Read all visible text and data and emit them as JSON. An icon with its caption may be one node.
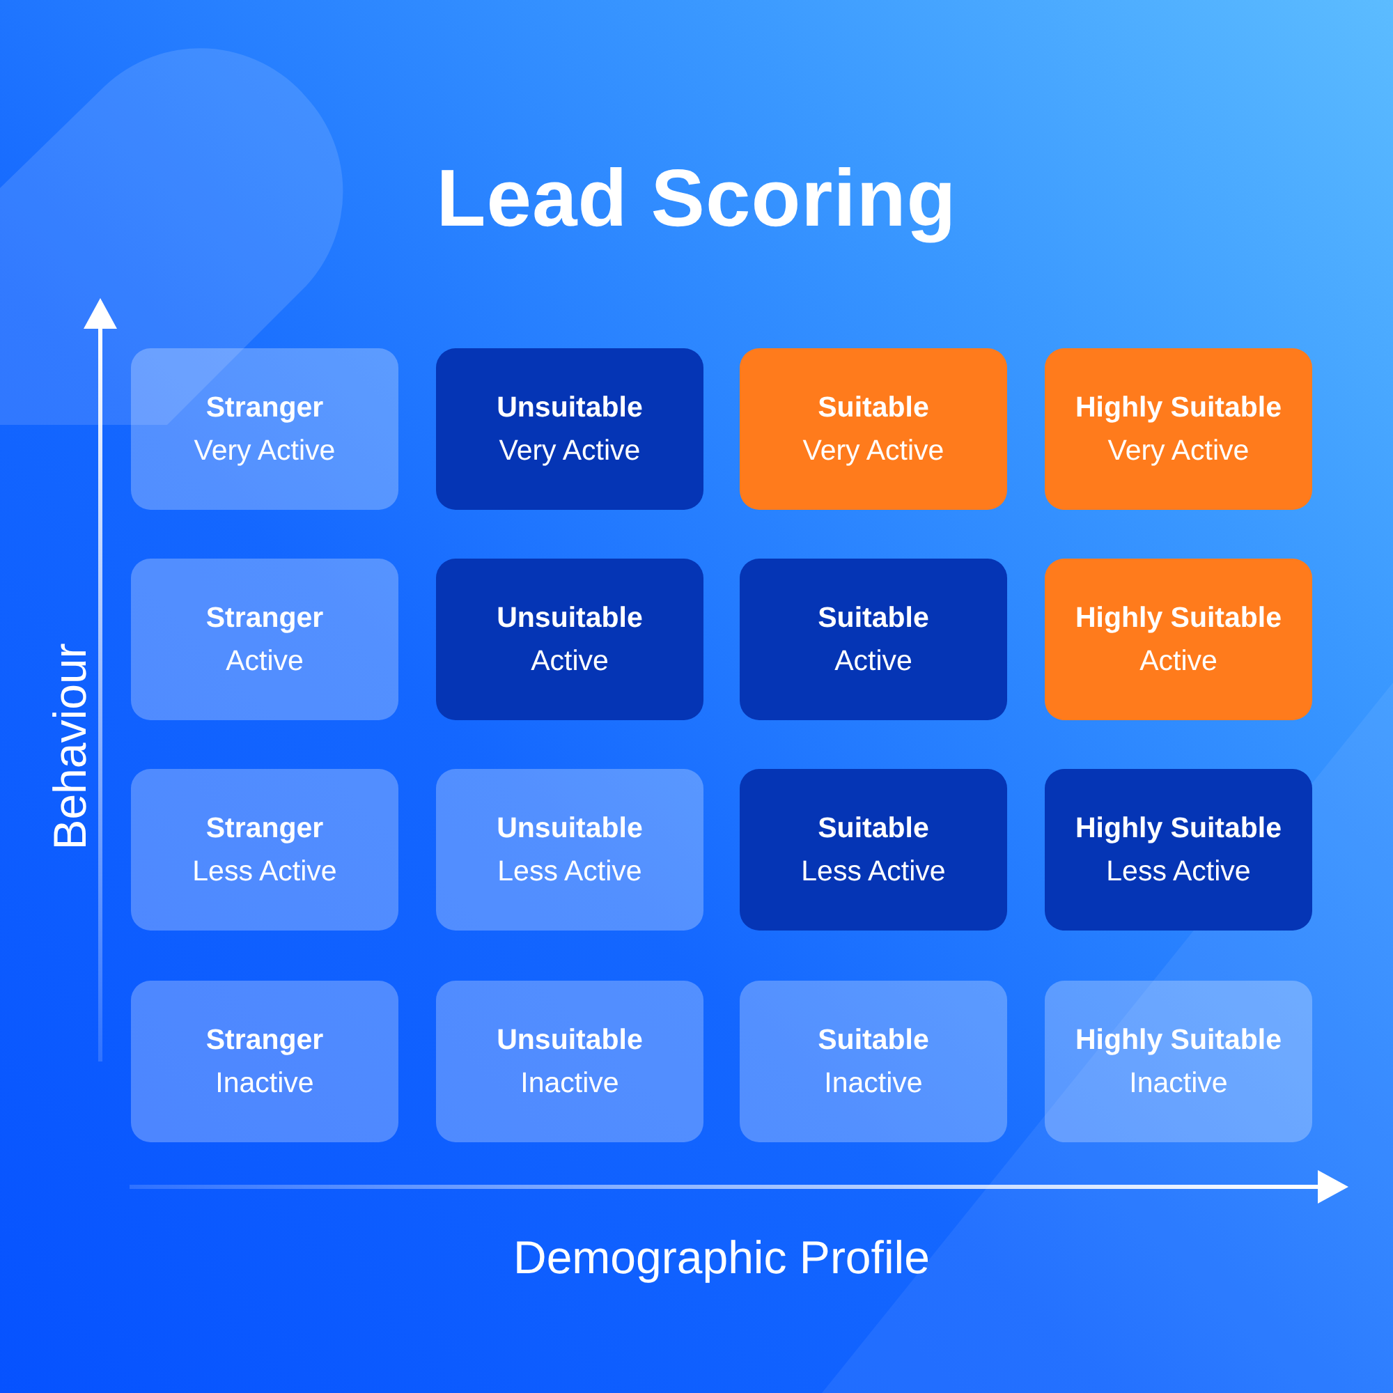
{
  "diagram": {
    "title": "Lead Scoring",
    "nodes": [
      {
        "text": [
          "Stranger",
          "Very Active"
        ]
      },
      {
        "text": [
          "Unsuitable",
          "Very Active"
        ]
      },
      {
        "text": [
          "Suitable",
          "Very Active"
        ]
      },
      {
        "text": [
          "Highly Suitable",
          "Very Active"
        ]
      },
      {
        "text": [
          "Stranger",
          "Active"
        ]
      },
      {
        "text": [
          "Unsuitable",
          "Active"
        ]
      },
      {
        "text": [
          "Suitable",
          "Active"
        ]
      },
      {
        "text": [
          "Highly Suitable",
          "Active"
        ]
      },
      {
        "text": [
          "Stranger",
          "Less Active"
        ]
      },
      {
        "text": [
          "Unsuitable",
          "Less Active"
        ]
      },
      {
        "text": [
          "Suitable",
          "Less Active"
        ]
      },
      {
        "text": [
          "Highly Suitable",
          "Less Active"
        ]
      },
      {
        "text": [
          "Stranger",
          "Inactive"
        ]
      },
      {
        "text": [
          "Unsuitable",
          "Inactive"
        ]
      },
      {
        "text": [
          "Suitable",
          "Inactive"
        ]
      },
      {
        "text": [
          "Highly Suitable",
          "Inactive"
        ]
      }
    ],
    "labels": [
      "Behaviour",
      "Demographic Profile"
    ]
  }
}
